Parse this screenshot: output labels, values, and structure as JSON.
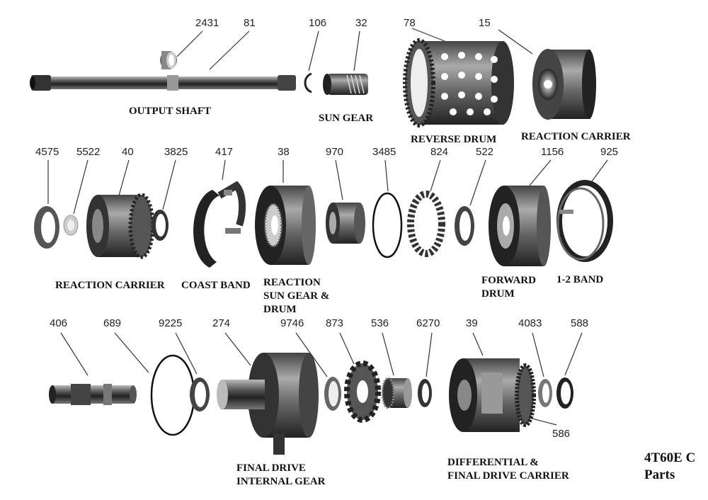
{
  "numbers": {
    "n2431": "2431",
    "n81": "81",
    "n106": "106",
    "n32": "32",
    "n78": "78",
    "n15": "15",
    "n4575": "4575",
    "n5522": "5522",
    "n40": "40",
    "n3825": "3825",
    "n417": "417",
    "n38": "38",
    "n970": "970",
    "n3485": "3485",
    "n824": "824",
    "n522": "522",
    "n1156": "1156",
    "n925": "925",
    "n406": "406",
    "n689": "689",
    "n9225": "9225",
    "n274": "274",
    "n9746": "9746",
    "n873": "873",
    "n536": "536",
    "n6270": "6270",
    "n39": "39",
    "n4083": "4083",
    "n588": "588",
    "n586": "586"
  },
  "labels": {
    "output_shaft": "OUTPUT SHAFT",
    "sun_gear": "SUN GEAR",
    "reverse_drum": "REVERSE DRUM",
    "reaction_carrier_top": "REACTION CARRIER",
    "reaction_carrier_mid": "REACTION CARRIER",
    "coast_band": "COAST BAND",
    "reaction_sun_gear_1": "REACTION",
    "reaction_sun_gear_2": "SUN GEAR &",
    "reaction_sun_gear_3": "DRUM",
    "forward_drum_1": "FORWARD",
    "forward_drum_2": "DRUM",
    "band_12": "1-2 BAND",
    "final_drive_1": "FINAL DRIVE",
    "final_drive_2": "INTERNAL GEAR",
    "differential_1": "DIFFERENTIAL &",
    "differential_2": "FINAL DRIVE CARRIER"
  },
  "title": {
    "line1": "4T60E C",
    "line2": "Parts"
  }
}
